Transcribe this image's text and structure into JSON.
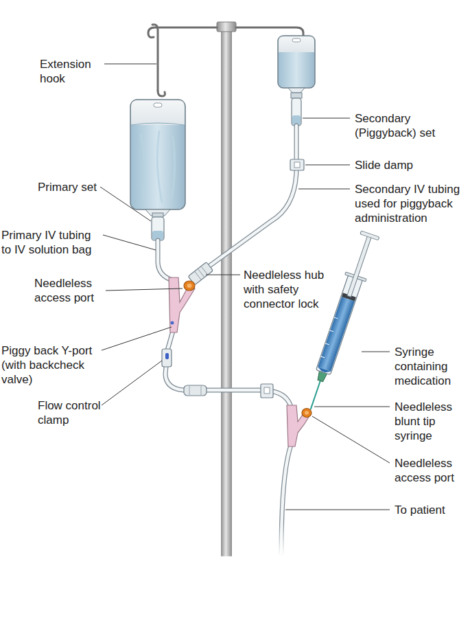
{
  "diagram": {
    "labels": [
      "Extension hook",
      "Primary set",
      "Primary IV tubing to IV solution bag",
      "Needleless access port",
      "Piggy back Y-port (with backcheck valve)",
      "Flow control clamp",
      "Secondary (Piggyback) set",
      "Slide damp",
      "Secondary IV tubing used for piggyback administration",
      "Needleless hub with safety connector lock",
      "Syringe containing medication",
      "Needleless blunt tip syringe",
      "Needleless access port",
      "To patient"
    ]
  }
}
